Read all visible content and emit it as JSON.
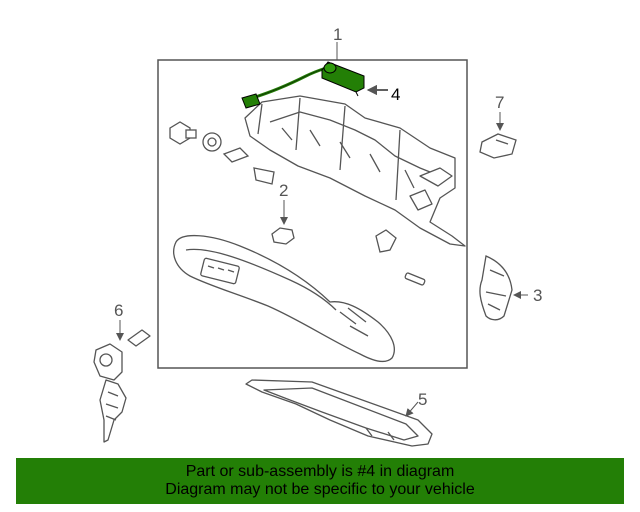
{
  "colors": {
    "highlight": "#237f06",
    "banner_background": "#237f06",
    "line_art": "#555555",
    "highlight_label": "#000000"
  },
  "callouts": {
    "part_1": "1",
    "part_2": "2",
    "part_3": "3",
    "part_4": "4",
    "part_5": "5",
    "part_6": "6",
    "part_7": "7"
  },
  "highlighted_part": "4",
  "banner": {
    "line1": "Part or sub-assembly is #4 in diagram",
    "line2": "Diagram may not be specific to your vehicle"
  }
}
